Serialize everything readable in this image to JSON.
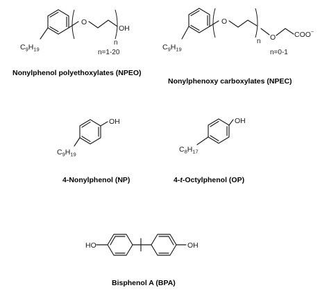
{
  "compounds": {
    "npeo": {
      "caption": "Nonylphenol polyethoxylates (NPEO)",
      "substituent": {
        "base": "C",
        "s1": "9",
        "mid": "H",
        "s2": "19"
      },
      "oxygen": "O",
      "terminal": "OH",
      "repeat": "n",
      "range": "n=1-20"
    },
    "npec": {
      "caption": "Nonylphenoxy carboxylates (NPEC)",
      "substituent": {
        "base": "C",
        "s1": "9",
        "mid": "H",
        "s2": "19"
      },
      "oxygen1": "O",
      "oxygen2": "O",
      "repeat": "n",
      "terminal": "COO",
      "charge": "−",
      "range": "n=0-1"
    },
    "np": {
      "caption": "4-Nonylphenol (NP)",
      "hydroxyl": "OH",
      "substituent": {
        "base": "C",
        "s1": "9",
        "mid": "H",
        "s2": "19"
      }
    },
    "op": {
      "caption_prefix": "4-",
      "caption_italic": "t",
      "caption_suffix": "-Octylphenol (OP)",
      "hydroxyl": "OH",
      "substituent": {
        "base": "C",
        "s1": "8",
        "mid": "H",
        "s2": "17"
      }
    },
    "bpa": {
      "caption": "Bisphenol A (BPA)",
      "left_group": "HO",
      "right_group": "OH"
    }
  }
}
